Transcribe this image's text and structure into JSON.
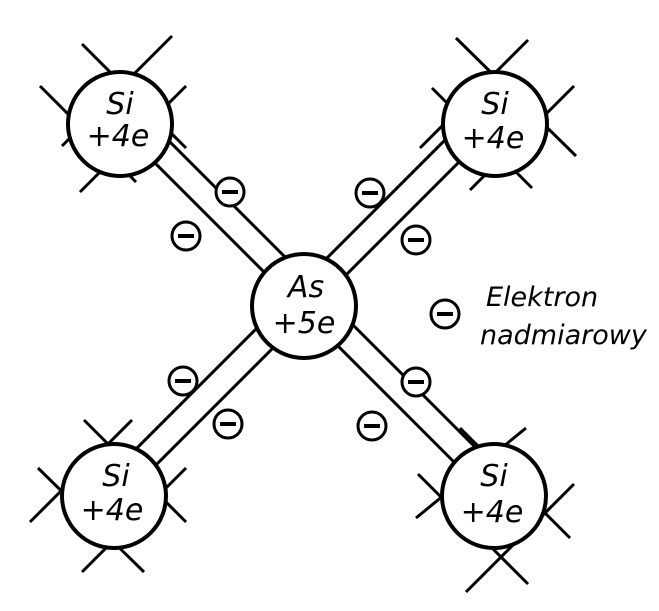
{
  "atoms": {
    "center": {
      "symbol": "As",
      "charge": "+5e"
    },
    "top_left": {
      "symbol": "Si",
      "charge": "+4e"
    },
    "top_right": {
      "symbol": "Si",
      "charge": "+4e"
    },
    "bottom_left": {
      "symbol": "Si",
      "charge": "+4e"
    },
    "bottom_right": {
      "symbol": "Si",
      "charge": "+4e"
    }
  },
  "electron_symbol": "−",
  "legend": {
    "line1": "Elektron",
    "line2": "nadmiarowy"
  },
  "colors": {
    "ink": "#000000",
    "background": "#ffffff"
  }
}
